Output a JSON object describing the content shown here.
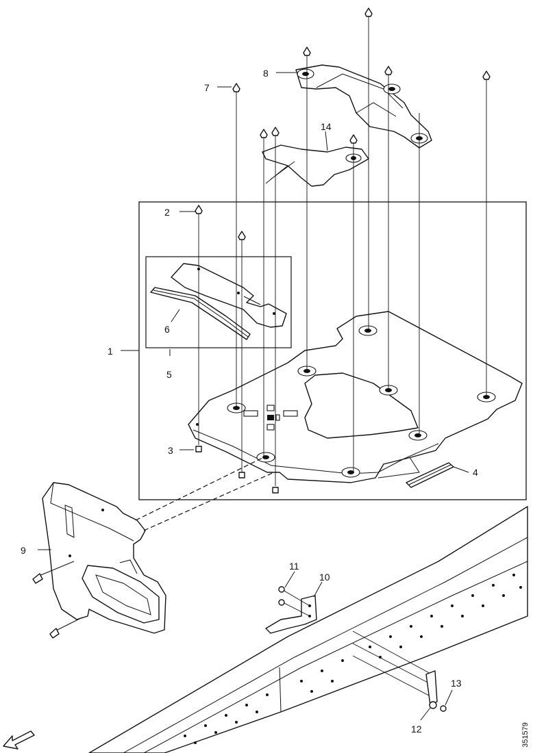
{
  "document_number": "351579",
  "callouts": [
    {
      "id": "1",
      "text": "1"
    },
    {
      "id": "2",
      "text": "2"
    },
    {
      "id": "3",
      "text": "3"
    },
    {
      "id": "4",
      "text": "4"
    },
    {
      "id": "5",
      "text": "5"
    },
    {
      "id": "6",
      "text": "6"
    },
    {
      "id": "7",
      "text": "7"
    },
    {
      "id": "8",
      "text": "8"
    },
    {
      "id": "9",
      "text": "9"
    },
    {
      "id": "10",
      "text": "10"
    },
    {
      "id": "11",
      "text": "11"
    },
    {
      "id": "12",
      "text": "12"
    },
    {
      "id": "13",
      "text": "13"
    },
    {
      "id": "14",
      "text": "14"
    }
  ],
  "colors": {
    "line": "#111111",
    "background": "#ffffff"
  },
  "icons": {
    "direction_arrow": "forward-direction-arrow-icon"
  }
}
